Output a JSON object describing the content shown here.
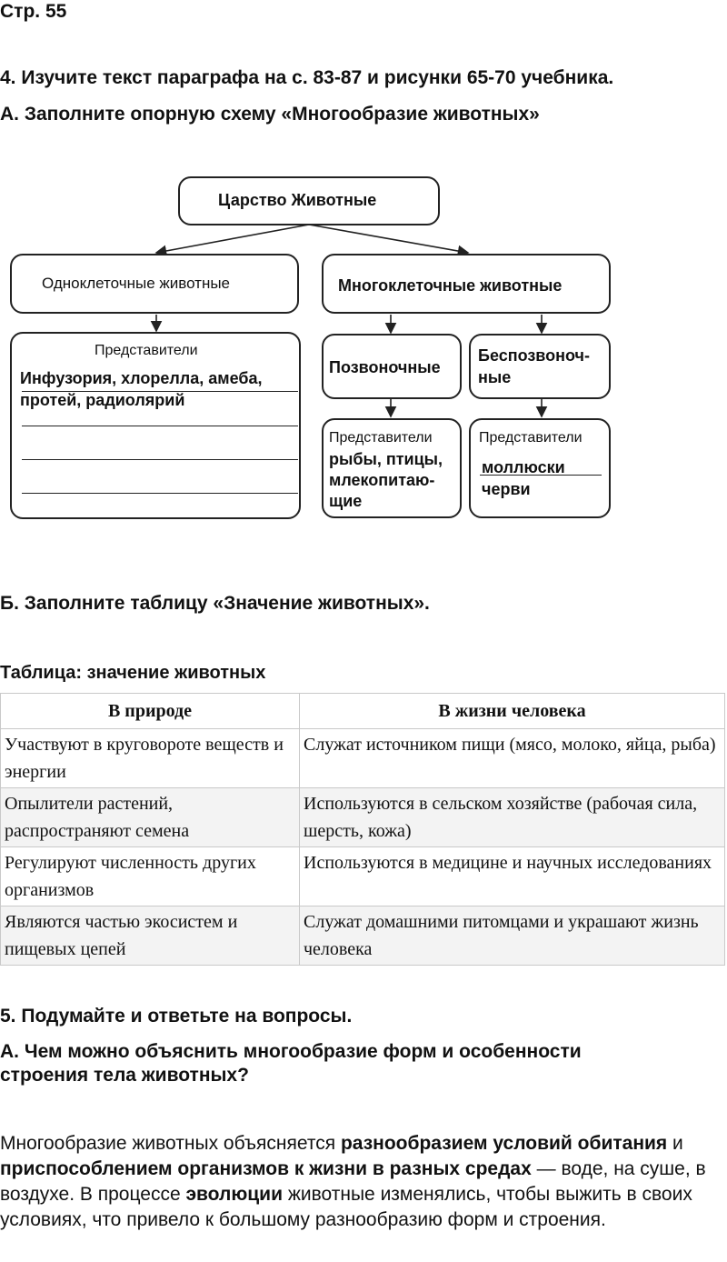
{
  "page_label": "Стр. 55",
  "task4": {
    "title": "4. Изучите текст параграфа на с. 83-87 и рисунки 65-70 учебника.",
    "subtitle": "А. Заполните опорную схему «Многообразие животных»"
  },
  "scheme": {
    "kingdom": "Царство Животные",
    "unicellular": "Одноклеточные животные",
    "multicellular": "Многоклеточные животные",
    "representatives_label": "Представители",
    "unicellular_examples": [
      "Инфузория, хлорелла, амеба,",
      "протей, радиолярий"
    ],
    "vertebrates": "Позвоночные",
    "invertebrates": [
      "Беспозвоноч-",
      "ные"
    ],
    "vertebrate_examples": [
      "рыбы, птицы,",
      "млекопитаю-",
      "щие"
    ],
    "invertebrate_examples": [
      "моллюски",
      "черви"
    ]
  },
  "task_b": {
    "title": "Б. Заполните таблицу «Значение животных»."
  },
  "table": {
    "caption": "Таблица: значение животных",
    "headers": [
      "В природе",
      "В жизни человека"
    ],
    "rows": [
      [
        "Участвуют в круговороте веществ и энергии",
        "Служат источником пищи (мясо, молоко, яйца, рыба)"
      ],
      [
        "Опылители растений, распространяют семена",
        "Используются в сельском хозяйстве (рабочая сила, шерсть, кожа)"
      ],
      [
        "Регулируют численность других организмов",
        "Используются в медицине и научных исследованиях"
      ],
      [
        "Являются частью экосистем и пищевых цепей",
        "Служат домашними питомцами и украшают жизнь человека"
      ]
    ]
  },
  "task5": {
    "title": "5. Подумайте и ответьте на вопросы.",
    "question": "А. Чем можно объяснить многообразие форм и особенности строения тела животных?"
  },
  "answer": {
    "p1": "Многообразие животных объясняется ",
    "b1": "разнообразием условий обитания",
    "p2": " и ",
    "b2": "приспособлением организмов к жизни в разных средах",
    "p3": " — воде, на суше, в воздухе. В процессе ",
    "b3": "эволюции",
    "p4": " животные изменялись, чтобы выжить в своих условиях, что привело к большому разнообразию форм и строения."
  }
}
